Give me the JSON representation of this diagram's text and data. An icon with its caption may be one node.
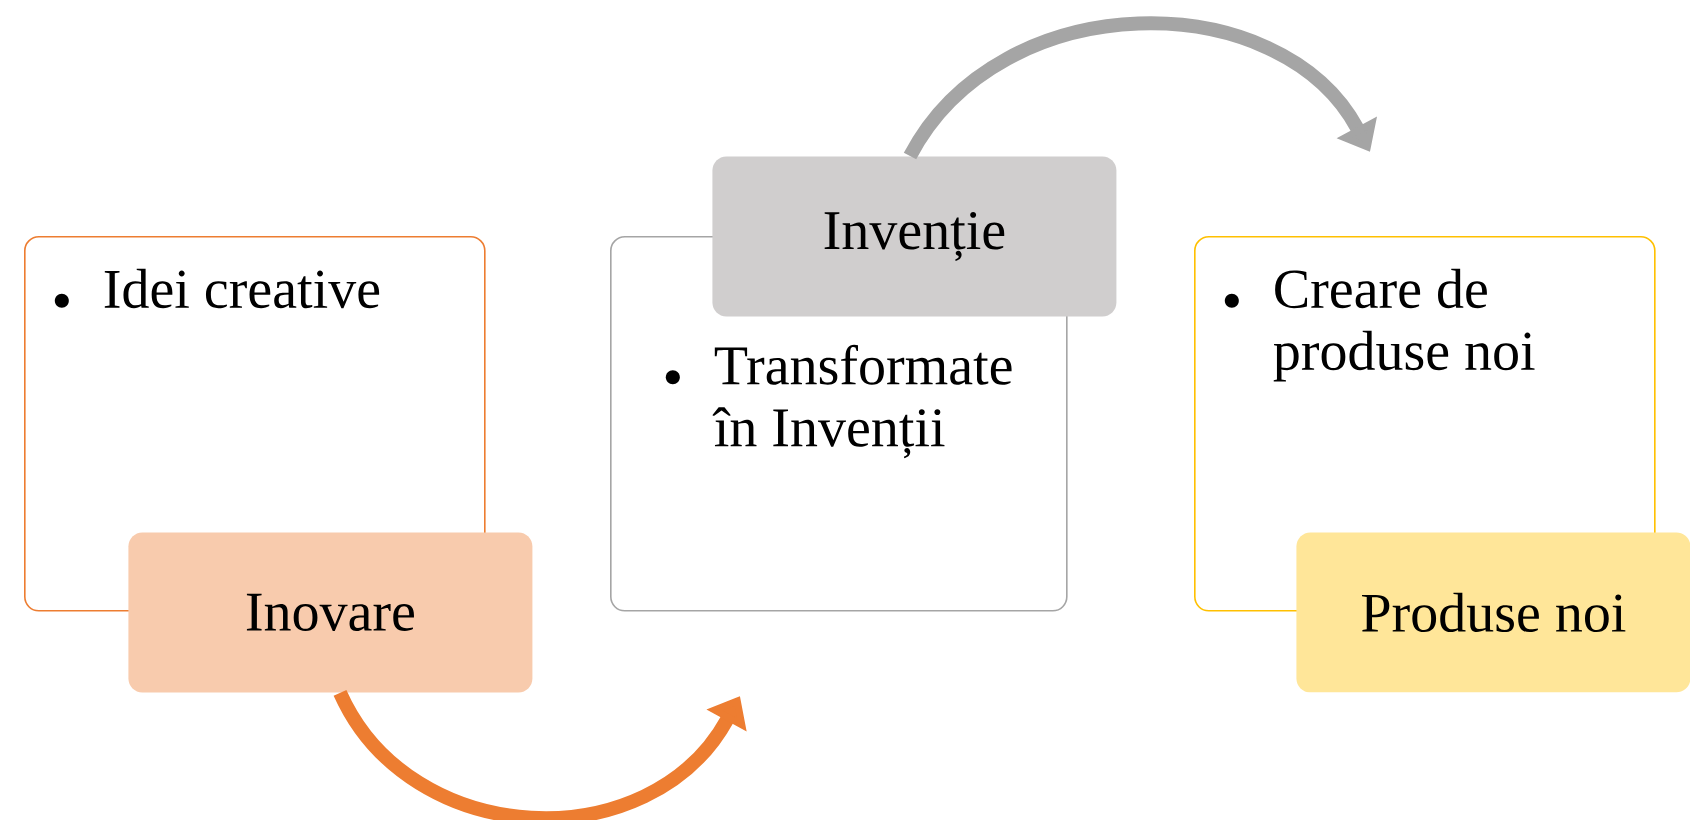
{
  "diagram": {
    "nodes": [
      {
        "text": [
          "Idei creative"
        ]
      },
      {
        "text": [
          "Inovare"
        ]
      },
      {
        "text": [
          "Transformate în Invenții"
        ]
      },
      {
        "text": [
          "Invenție"
        ]
      },
      {
        "text": [
          "Creare de produse noi"
        ]
      },
      {
        "text": [
          "Produse noi"
        ]
      }
    ],
    "edges": [
      {
        "from": 1,
        "to": null,
        "arrow": "to",
        "color": "#ed7d31"
      },
      {
        "from": 3,
        "to": null,
        "arrow": "to",
        "color": "#a5a5a5"
      }
    ]
  }
}
